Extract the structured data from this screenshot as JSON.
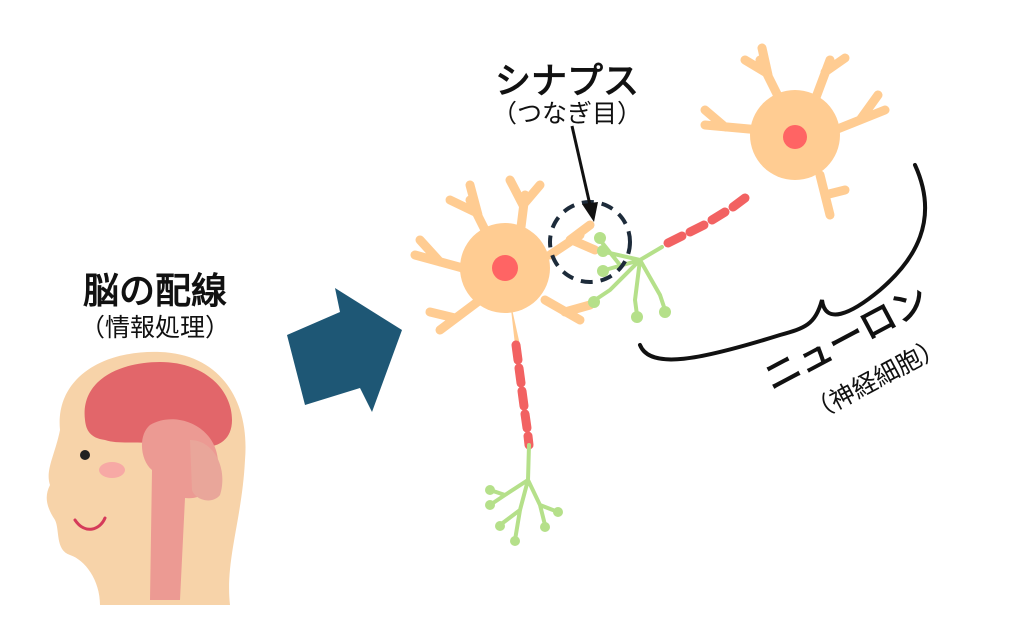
{
  "brain_label": {
    "title": "脳の配線",
    "subtitle": "（情報処理）"
  },
  "synapse_label": {
    "title": "シナプス",
    "subtitle": "（つなぎ目）"
  },
  "neuron_label": {
    "title": "ニューロン",
    "subtitle": "（神経細胞）"
  },
  "colors": {
    "cell_body": "#FFCC92",
    "nucleus": "#FF6464",
    "axon": "#F26262",
    "terminal": "#B5E08A",
    "arrow": "#1E5775",
    "skin": "#F7D3A9",
    "brain": "#E2666A"
  }
}
